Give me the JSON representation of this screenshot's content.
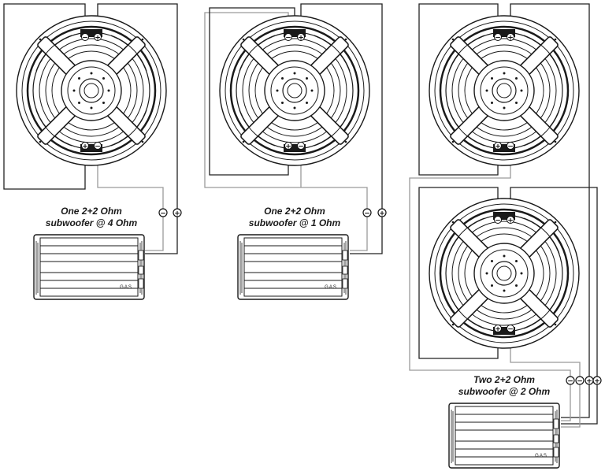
{
  "colors": {
    "ink": "#1a1a1a",
    "gray_wire": "#9a9a9a",
    "black_wire": "#222222",
    "paper": "#ffffff"
  },
  "amplifier": {
    "brand": "GAS"
  },
  "terminals": {
    "plus": "+",
    "minus": "−"
  },
  "diagrams": [
    {
      "caption_line1": "One 2+2 Ohm",
      "caption_line2": "subwoofer @ 4 Ohm"
    },
    {
      "caption_line1": "One 2+2 Ohm",
      "caption_line2": "subwoofer @ 1 Ohm"
    },
    {
      "caption_line1": "Two 2+2 Ohm",
      "caption_line2": "subwoofer @ 2 Ohm"
    }
  ]
}
